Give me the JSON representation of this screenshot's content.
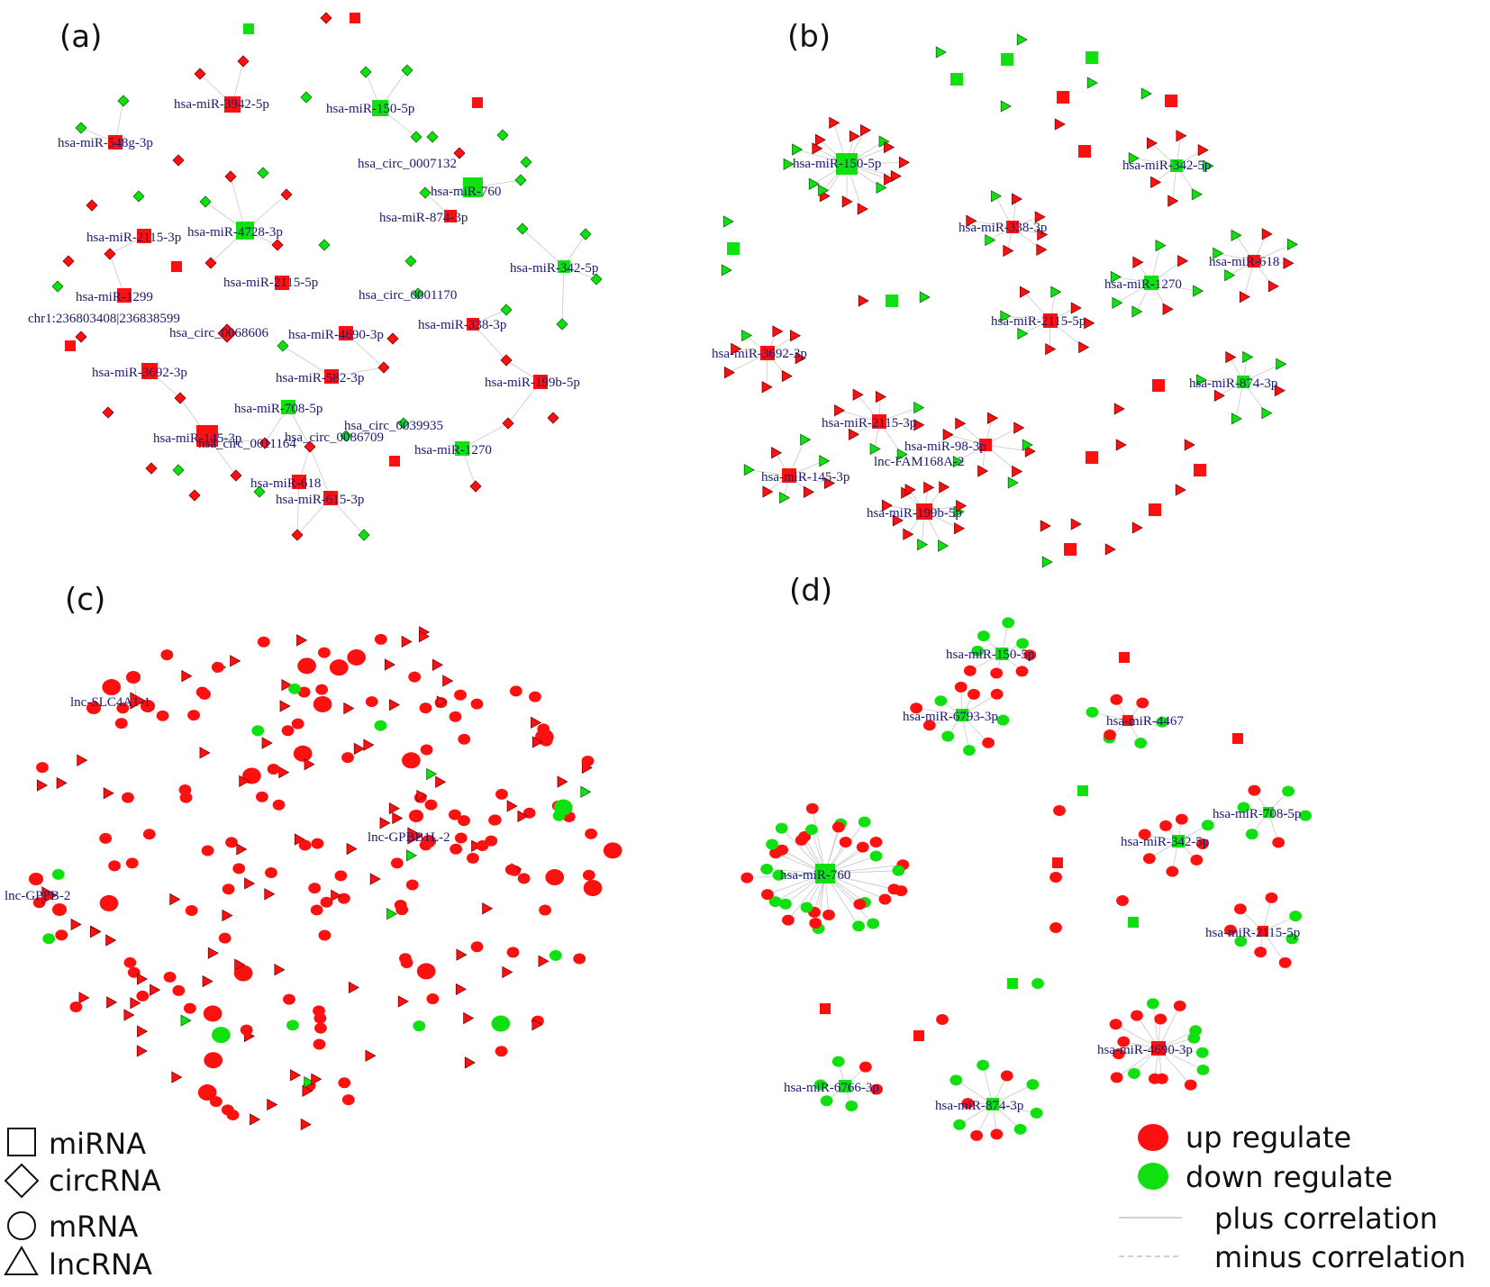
{
  "colors": {
    "up": "#ff1010",
    "down": "#10e010",
    "edge": "#c8c8c8",
    "label": "#1a1a6e"
  },
  "panels": {
    "a": {
      "label": "(a)",
      "nodes": [
        "hsa-miR-3942-5p",
        "hsa-miR-150-5p",
        "hsa-miR-548g-3p",
        "hsa_circ_0007132",
        "hsa-miR-760",
        "hsa-miR-874-3p",
        "hsa-miR-2115-3p",
        "hsa-miR-4728-3p",
        "hsa-miR-342-5p",
        "hsa-miR-2115-5p",
        "hsa-miR-1299",
        "hsa_circ_0001170",
        "chr1:236803408|236838599",
        "hsa_circ_0068606",
        "hsa-miR-4690-3p",
        "hsa-miR-338-3p",
        "hsa-miR-3692-3p",
        "hsa-miR-582-3p",
        "hsa-miR-199b-5p",
        "hsa-miR-708-5p",
        "hsa_circ_0039935",
        "hsa-miR-145-3p",
        "hsa_circ_0011164",
        "hsa_circ_0086709",
        "hsa-miR-1270",
        "hsa-miR-618",
        "hsa-miR-615-3p"
      ]
    },
    "b": {
      "label": "(b)",
      "nodes": [
        "hsa-miR-150-5p",
        "hsa-miR-342-5p",
        "hsa-miR-338-3p",
        "hsa-miR-618",
        "hsa-miR-1270",
        "hsa-miR-2115-5p",
        "hsa-miR-3692-3p",
        "hsa-miR-874-3p",
        "hsa-miR-2115-3p",
        "hsa-miR-98-3p",
        "lnc-FAM168A-2",
        "hsa-miR-145-3p",
        "hsa-miR-199b-5p"
      ]
    },
    "c": {
      "label": "(c)",
      "nodes": [
        "lnc-SLC4A1-1",
        "lnc-GPBB1L-2",
        "lnc-GPPB-2"
      ]
    },
    "d": {
      "label": "(d)",
      "nodes": [
        "hsa-miR-150-5p",
        "hsa-miR-6793-3p",
        "hsa-miR-4467",
        "hsa-miR-708-5p",
        "hsa-miR-342-5p",
        "hsa-miR-760",
        "hsa-miR-2115-5p",
        "hsa-miR-4690-3p",
        "hsa-miR-6766-3p",
        "hsa-miR-874-3p"
      ]
    }
  },
  "legend_shapes": {
    "mirna": "miRNA",
    "circrna": "circRNA",
    "mrna": "mRNA",
    "lncrna": "lncRNA"
  },
  "legend_colors": {
    "up": "up regulate",
    "down": "down regulate",
    "plus": "plus correlation",
    "minus": "minus correlation"
  }
}
